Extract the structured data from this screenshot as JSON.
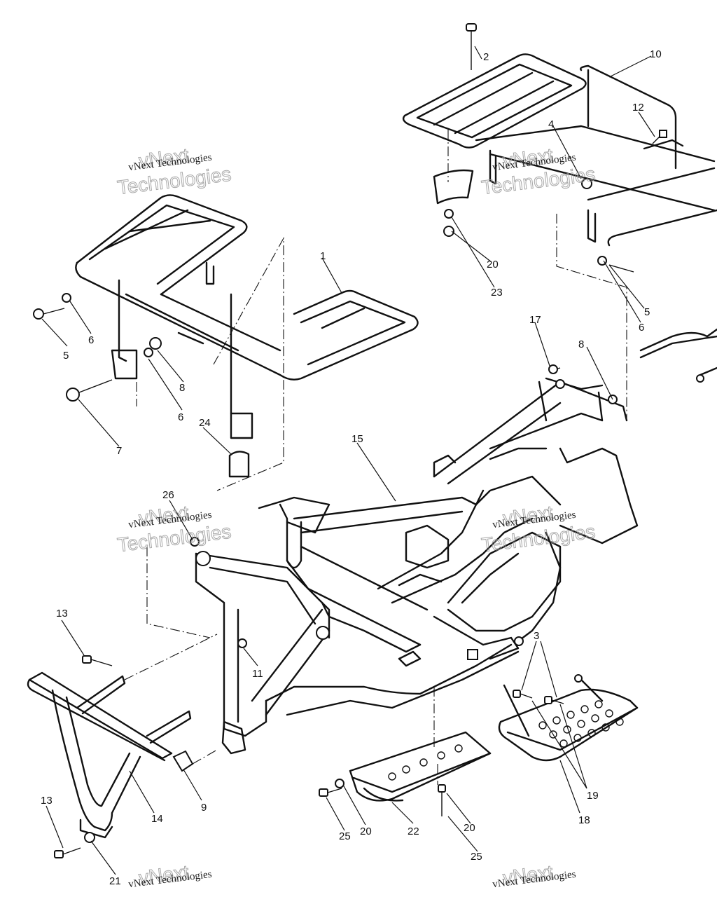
{
  "diagram": {
    "callouts": [
      "1",
      "2",
      "3",
      "4",
      "5",
      "5",
      "6",
      "6",
      "6",
      "7",
      "8",
      "8",
      "9",
      "10",
      "11",
      "12",
      "13",
      "13",
      "14",
      "15",
      "17",
      "18",
      "19",
      "20",
      "20",
      "20",
      "21",
      "22",
      "23",
      "24",
      "25",
      "25",
      "26"
    ]
  },
  "watermark": {
    "line1": "vNext Technologies",
    "line2a": "vNext",
    "line2b": "Technologies"
  }
}
